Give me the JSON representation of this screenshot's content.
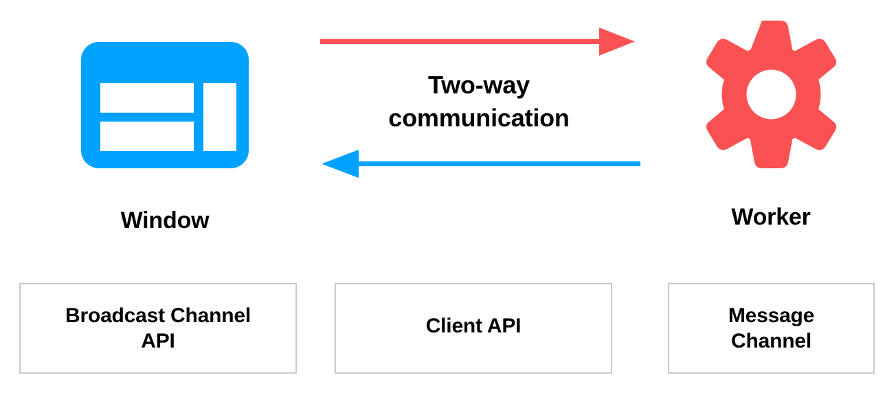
{
  "diagram": {
    "title_caption": {
      "line1": "Two-way",
      "line2": "communication"
    },
    "nodes": [
      {
        "id": "window",
        "label": "Window",
        "icon": "window-icon",
        "color": "#00A2FF"
      },
      {
        "id": "worker",
        "label": "Worker",
        "icon": "gear-icon",
        "color": "#FA5252"
      }
    ],
    "arrows": [
      {
        "id": "window-to-worker",
        "direction": "right",
        "color": "#FA5252"
      },
      {
        "id": "worker-to-window",
        "direction": "left",
        "color": "#00A2FF"
      }
    ],
    "api_boxes": [
      {
        "id": "broadcast-channel-api",
        "line1": "Broadcast Channel",
        "line2": "API"
      },
      {
        "id": "client-api",
        "line1": "Client API",
        "line2": ""
      },
      {
        "id": "message-channel",
        "line1": "Message",
        "line2": "Channel"
      }
    ],
    "colors": {
      "blue": "#00A2FF",
      "red": "#FA5252",
      "box_border": "#C9C9C9",
      "text": "#000000",
      "background": "#FFFFFF"
    }
  }
}
